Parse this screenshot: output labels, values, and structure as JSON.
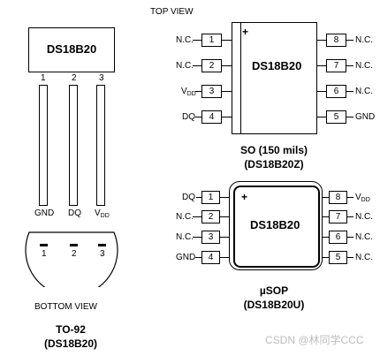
{
  "header": {
    "top_view": "TOP VIEW"
  },
  "to92": {
    "chip_label": "DS18B20",
    "pin_numbers": [
      "1",
      "2",
      "3"
    ],
    "pin_names": [
      "GND",
      "DQ",
      "V"
    ],
    "vdd_sub": "DD",
    "bottom_view_label": "BOTTOM VIEW",
    "package_name": "TO-92",
    "package_part": "(DS18B20)"
  },
  "so": {
    "chip_label": "DS18B20",
    "plus": "+",
    "left_pins": [
      {
        "name": "N.C.",
        "num": "1"
      },
      {
        "name": "N.C.",
        "num": "2"
      },
      {
        "name": "V",
        "num": "3"
      },
      {
        "name": "DQ",
        "num": "4"
      }
    ],
    "right_pins": [
      {
        "num": "8",
        "name": "N.C."
      },
      {
        "num": "7",
        "name": "N.C."
      },
      {
        "num": "6",
        "name": "N.C."
      },
      {
        "num": "5",
        "name": "GND"
      }
    ],
    "vdd_sub": "DD",
    "package_name": "SO (150 mils)",
    "package_part": "(DS18B20Z)"
  },
  "usop": {
    "chip_label": "DS18B20",
    "plus": "+",
    "left_pins": [
      {
        "name": "DQ",
        "num": "1"
      },
      {
        "name": "N.C.",
        "num": "2"
      },
      {
        "name": "N.C.",
        "num": "3"
      },
      {
        "name": "GND",
        "num": "4"
      }
    ],
    "right_pins": [
      {
        "num": "8",
        "name": "V"
      },
      {
        "num": "7",
        "name": "N.C."
      },
      {
        "num": "6",
        "name": "N.C."
      },
      {
        "num": "5",
        "name": "N.C."
      }
    ],
    "vdd_sub": "DD",
    "package_name": "µSOP",
    "package_part": "(DS18B20U)"
  },
  "watermark": "CSDN @林同学CCC"
}
